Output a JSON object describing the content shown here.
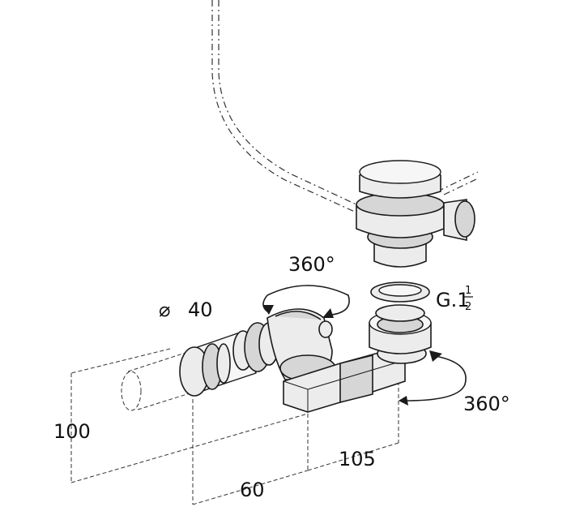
{
  "labels": {
    "rotation_top": "360°",
    "rotation_right": "360°",
    "diameter_symbol": "⌀",
    "diameter_value": "40",
    "thread_prefix": "G.1",
    "thread_frac_num": "1",
    "thread_frac_den": "2",
    "dim_height": "100",
    "dim_width_left": "60",
    "dim_width_right": "105"
  }
}
